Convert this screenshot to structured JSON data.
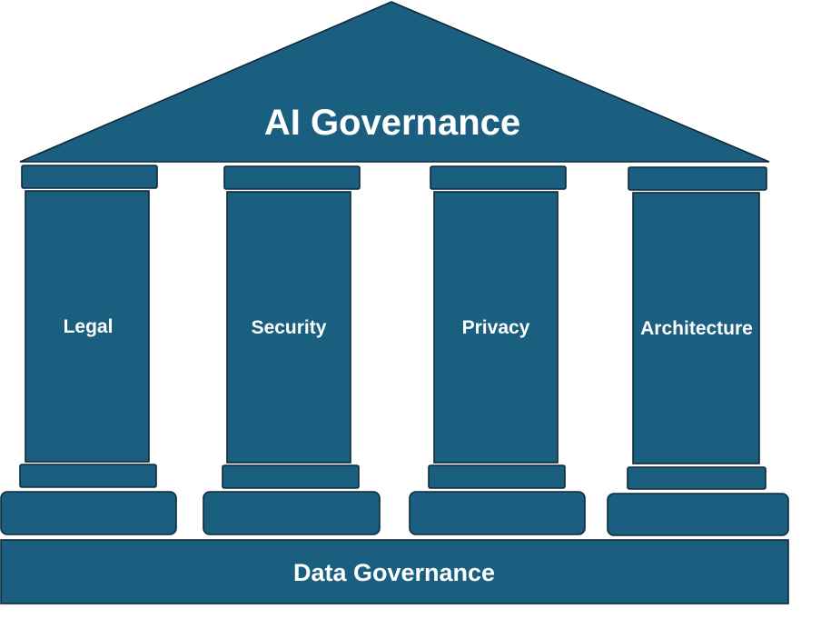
{
  "diagram": {
    "title": "AI Governance",
    "pillars": [
      {
        "label": "Legal"
      },
      {
        "label": "Security"
      },
      {
        "label": "Privacy"
      },
      {
        "label": "Architecture"
      }
    ],
    "foundation": "Data Governance"
  },
  "colors": {
    "fill": "#1a5f80",
    "outline": "#0f2a3a",
    "text": "#ffffff"
  }
}
